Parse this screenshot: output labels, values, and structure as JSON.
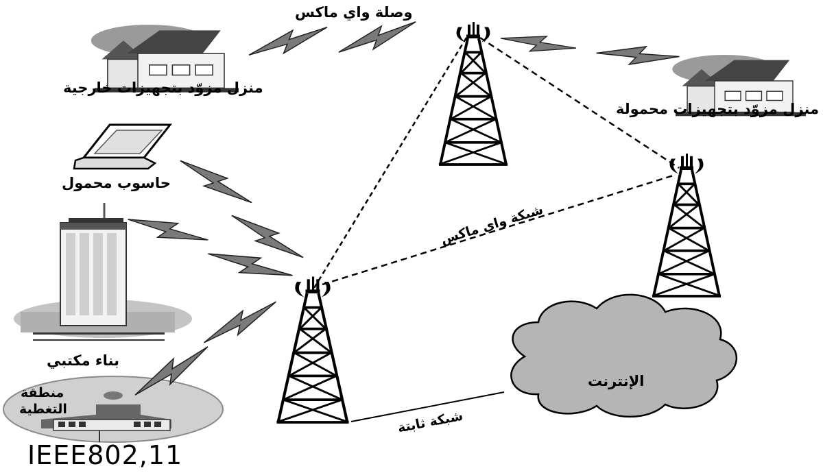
{
  "labels": {
    "wimax_link": "وصلة واي ماكس",
    "home_outdoor": "منزل مزوّد بتجهيزات خارجية",
    "home_portable": "منزل مزوّد بتجهيزات محمولة",
    "laptop": "حاسوب محمول",
    "wimax_network": "شبكة واي ماكس",
    "office_building": "بناء مكتبي",
    "coverage_area_line1": "منطقة",
    "coverage_area_line2": "التغطية",
    "standard": "IEEE802,11",
    "internet": "الإنترنت",
    "fixed_network": "شبكة ثابتة"
  },
  "icons": [
    "house-icon",
    "laptop-icon",
    "office-building-icon",
    "tower-icon",
    "antenna-icon",
    "lightning-icon",
    "cloud-icon",
    "coverage-ellipse-icon"
  ],
  "colors": {
    "ink": "#000000",
    "cloud": "#b5b5b5",
    "shade": "#8a8a8a",
    "light": "#d8d8d8"
  }
}
